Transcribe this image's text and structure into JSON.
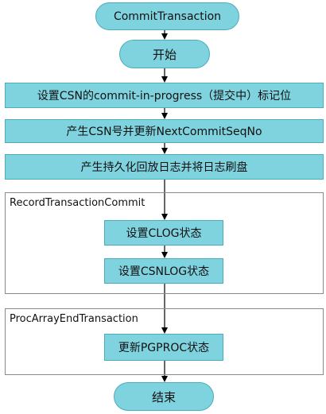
{
  "nodes": {
    "title": "CommitTransaction",
    "start": "开始",
    "step1": "设置CSN的commit-in-progress（提交中）标记位",
    "step2": "产生CSN号并更新NextCommitSeqNo",
    "step3": "产生持久化回放日志并将日志刷盘",
    "clog": "设置CLOG状态",
    "csnlog": "设置CSNLOG状态",
    "pgproc": "更新PGPROC状态",
    "end": "结束"
  },
  "groups": {
    "record": "RecordTransactionCommit",
    "procarray": "ProcArrayEndTransaction"
  },
  "colors": {
    "node_fill": "#7fd3df",
    "node_border": "#4aaebc",
    "group_border": "#8a8a8a",
    "arrow": "#000000"
  }
}
